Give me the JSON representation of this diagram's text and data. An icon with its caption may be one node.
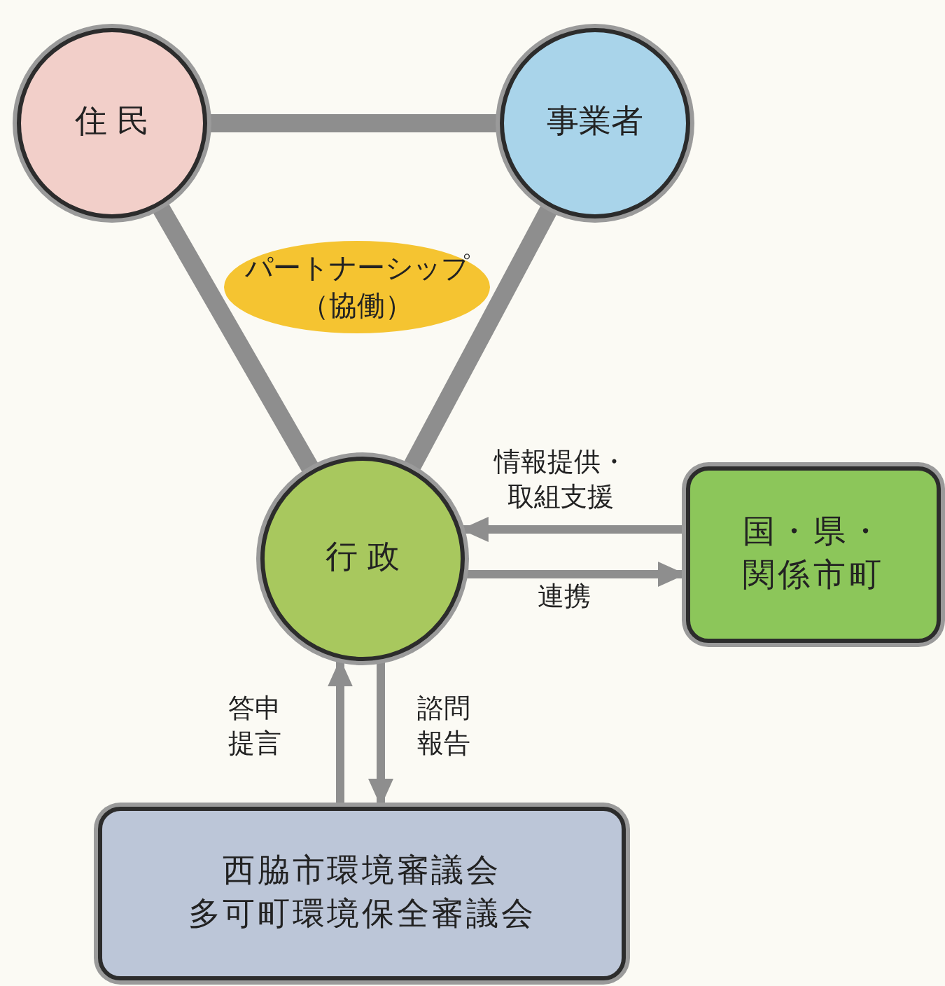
{
  "diagram": {
    "nodes": [
      {
        "text": [
          "住 民"
        ]
      },
      {
        "text": [
          "事業者"
        ]
      },
      {
        "text": [
          "パートナーシップ（協働）"
        ]
      },
      {
        "text": [
          "行 政"
        ]
      },
      {
        "text": [
          "国・県・関係市町"
        ]
      },
      {
        "text": [
          "西脇市環境審議会",
          "多可町環境保全審議会"
        ]
      }
    ],
    "edges": [
      {
        "from": 0,
        "to": 1,
        "arrow": "none",
        "style": "thick"
      },
      {
        "from": 0,
        "to": 3,
        "arrow": "none",
        "style": "thick"
      },
      {
        "from": 1,
        "to": 3,
        "arrow": "none",
        "style": "thick"
      },
      {
        "from": 4,
        "to": 3,
        "arrow": "to",
        "label": "情報提供・取組支援"
      },
      {
        "from": 3,
        "to": 4,
        "arrow": "to",
        "label": "連携"
      },
      {
        "from": 5,
        "to": 3,
        "arrow": "to",
        "label": "答申提言"
      },
      {
        "from": 3,
        "to": 5,
        "arrow": "to",
        "label": "諮問報告"
      }
    ]
  }
}
